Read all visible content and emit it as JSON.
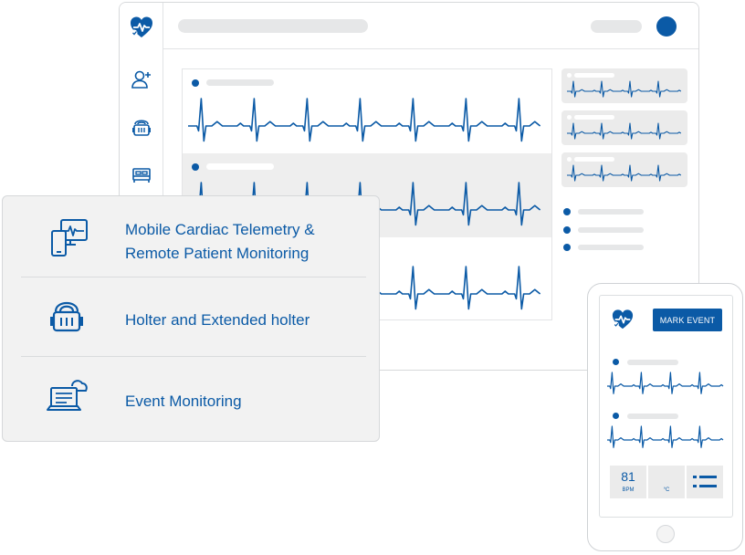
{
  "colors": {
    "accent": "#0b5aa6",
    "placeholder": "#e6e7e8",
    "panel_shade": "#eeeeee",
    "card_bg": "#f2f2f2"
  },
  "desktop": {
    "logo_icon": "heart-pulse-icon",
    "sidebar_icons": [
      "add-user-icon",
      "holter-device-icon",
      "bed-icon"
    ],
    "user_avatar_icon": "avatar-dot"
  },
  "services": [
    {
      "icon": "monitor-phone-ecg-icon",
      "lines": [
        "Mobile Cardiac Telemetry &",
        "Remote Patient Monitoring"
      ]
    },
    {
      "icon": "holter-device-icon",
      "lines": [
        "Holter and Extended holter"
      ]
    },
    {
      "icon": "laptop-cloud-icon",
      "lines": [
        "Event Monitoring"
      ]
    }
  ],
  "phone": {
    "logo_icon": "heart-pulse-icon",
    "mark_event_label": "MARK EVENT",
    "heart_rate": {
      "value": "81",
      "unit": "BPM"
    },
    "temperature": {
      "value": "",
      "unit": "°C"
    },
    "menu_icon": "list-icon"
  }
}
